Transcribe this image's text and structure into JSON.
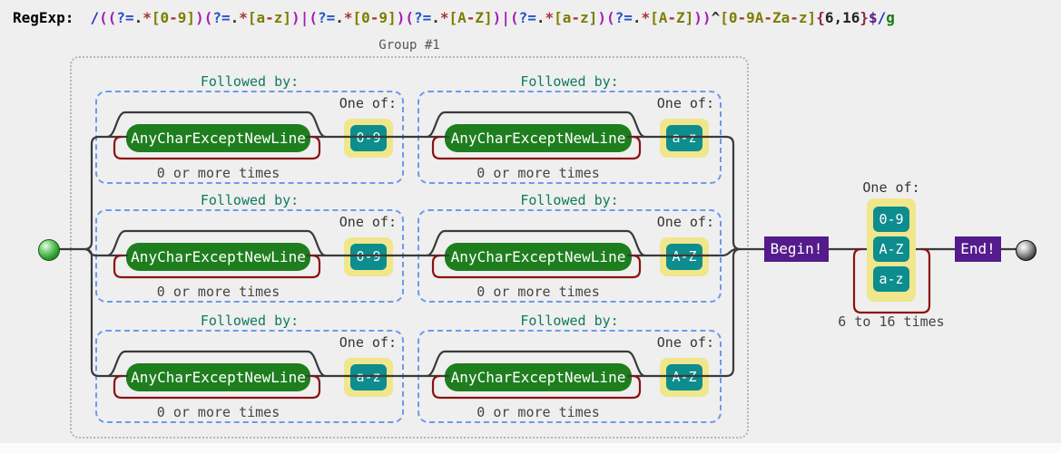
{
  "header": {
    "label": "RegExp:",
    "tokens": [
      [
        "/",
        "sl"
      ],
      [
        "((",
        "pa"
      ],
      [
        "?=",
        "la"
      ],
      [
        ".",
        "dt"
      ],
      [
        "*",
        "st"
      ],
      [
        "[0",
        "cc"
      ],
      [
        "-",
        "hy"
      ],
      [
        "9]",
        "cc"
      ],
      [
        ")(",
        "pa"
      ],
      [
        "?=",
        "la"
      ],
      [
        ".",
        "dt"
      ],
      [
        "*",
        "st"
      ],
      [
        "[a",
        "cc"
      ],
      [
        "-",
        "hy"
      ],
      [
        "z]",
        "cc"
      ],
      [
        ")",
        "pa"
      ],
      [
        "|",
        "pa"
      ],
      [
        "(",
        "pa"
      ],
      [
        "?=",
        "la"
      ],
      [
        ".",
        "dt"
      ],
      [
        "*",
        "st"
      ],
      [
        "[0",
        "cc"
      ],
      [
        "-",
        "hy"
      ],
      [
        "9]",
        "cc"
      ],
      [
        ")(",
        "pa"
      ],
      [
        "?=",
        "la"
      ],
      [
        ".",
        "dt"
      ],
      [
        "*",
        "st"
      ],
      [
        "[A",
        "cc"
      ],
      [
        "-",
        "hy"
      ],
      [
        "Z]",
        "cc"
      ],
      [
        ")",
        "pa"
      ],
      [
        "|",
        "pa"
      ],
      [
        "(",
        "pa"
      ],
      [
        "?=",
        "la"
      ],
      [
        ".",
        "dt"
      ],
      [
        "*",
        "st"
      ],
      [
        "[a",
        "cc"
      ],
      [
        "-",
        "hy"
      ],
      [
        "z]",
        "cc"
      ],
      [
        ")(",
        "pa"
      ],
      [
        "?=",
        "la"
      ],
      [
        ".",
        "dt"
      ],
      [
        "*",
        "st"
      ],
      [
        "[A",
        "cc"
      ],
      [
        "-",
        "hy"
      ],
      [
        "Z]",
        "cc"
      ],
      [
        "))",
        "pa"
      ],
      [
        "^",
        "cr"
      ],
      [
        "[0",
        "cc"
      ],
      [
        "-",
        "hy"
      ],
      [
        "9A",
        "cc"
      ],
      [
        "-",
        "hy"
      ],
      [
        "Za",
        "cc"
      ],
      [
        "-",
        "hy"
      ],
      [
        "z]",
        "cc"
      ],
      [
        "{",
        "br"
      ],
      [
        "6,16",
        "nm"
      ],
      [
        "}",
        "br"
      ],
      [
        "$",
        "ds"
      ],
      [
        "/",
        "sl"
      ],
      [
        "g",
        "fl"
      ]
    ]
  },
  "group": {
    "label": "Group #1"
  },
  "rows": [
    {
      "cells": [
        {
          "followed_by": "Followed by:",
          "pill": "AnyCharExceptNewLine",
          "one_of": "One of:",
          "char_class": "0-9",
          "repeat": "0 or more times"
        },
        {
          "followed_by": "Followed by:",
          "pill": "AnyCharExceptNewLine",
          "one_of": "One of:",
          "char_class": "a-z",
          "repeat": "0 or more times"
        }
      ]
    },
    {
      "cells": [
        {
          "followed_by": "Followed by:",
          "pill": "AnyCharExceptNewLine",
          "one_of": "One of:",
          "char_class": "0-9",
          "repeat": "0 or more times"
        },
        {
          "followed_by": "Followed by:",
          "pill": "AnyCharExceptNewLine",
          "one_of": "One of:",
          "char_class": "A-Z",
          "repeat": "0 or more times"
        }
      ]
    },
    {
      "cells": [
        {
          "followed_by": "Followed by:",
          "pill": "AnyCharExceptNewLine",
          "one_of": "One of:",
          "char_class": "a-z",
          "repeat": "0 or more times"
        },
        {
          "followed_by": "Followed by:",
          "pill": "AnyCharExceptNewLine",
          "one_of": "One of:",
          "char_class": "A-Z",
          "repeat": "0 or more times"
        }
      ]
    }
  ],
  "tail": {
    "begin_label": "Begin!",
    "one_of_label": "One of:",
    "char_classes": [
      "0-9",
      "A-Z",
      "a-z"
    ],
    "repeat_label": "6 to 16 times",
    "end_label": "End!"
  },
  "colors": {
    "background": "#efefef",
    "node_green": "#1e7e1e",
    "char_teal": "#0d8d8d",
    "char_container_khaki": "#f0e68c",
    "anchor_purple": "#541b8c",
    "loop_maroon": "#8b1212",
    "lookahead_dash_blue": "#6b9aef",
    "group_dot_gray": "#b5b5b5",
    "wire_gray": "#3a3a3a",
    "followed_by_text": "#0e7a5e"
  }
}
